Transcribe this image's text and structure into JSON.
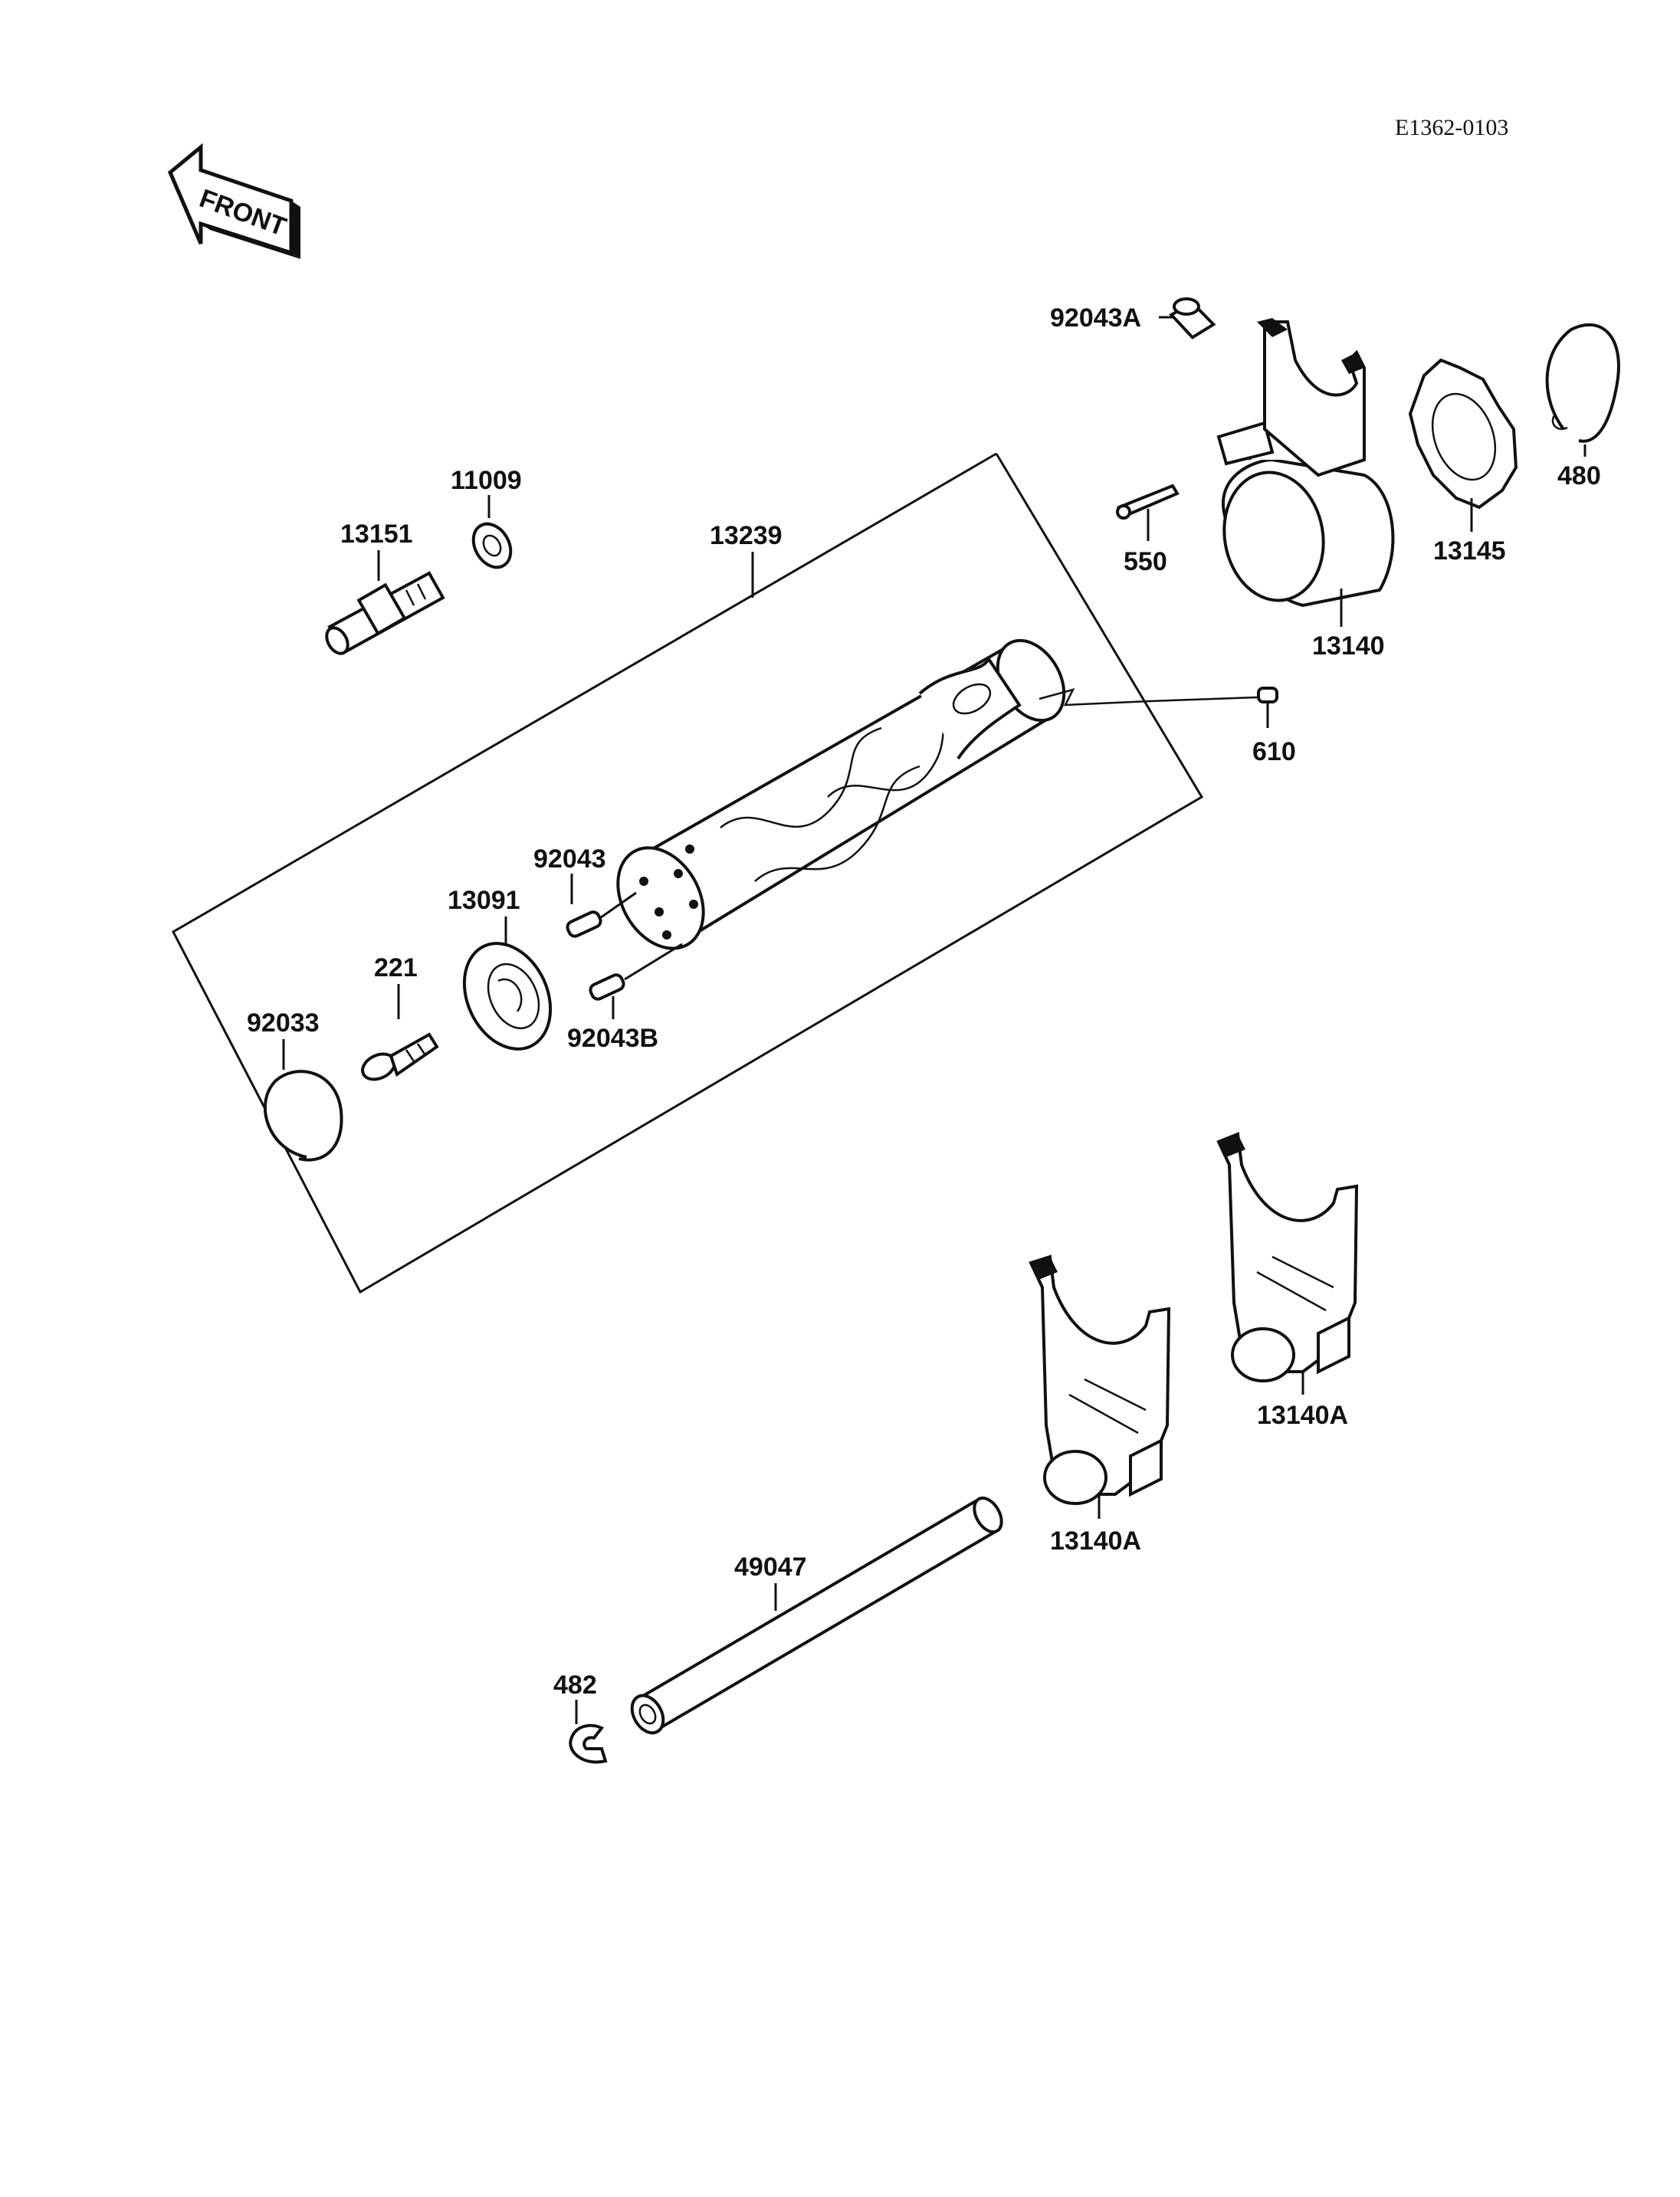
{
  "diagram": {
    "code": "E1362-0103",
    "front_label": "FRONT",
    "labels": {
      "p92043A": "92043A",
      "p480": "480",
      "p550": "550",
      "p13145": "13145",
      "p13140": "13140",
      "p11009": "11009",
      "p13151": "13151",
      "p13239": "13239",
      "p610": "610",
      "p92043": "92043",
      "p13091": "13091",
      "p221": "221",
      "p92033": "92033",
      "p92043B": "92043B",
      "p13140A_upper": "13140A",
      "p13140A_lower": "13140A",
      "p49047": "49047",
      "p482": "482"
    }
  }
}
